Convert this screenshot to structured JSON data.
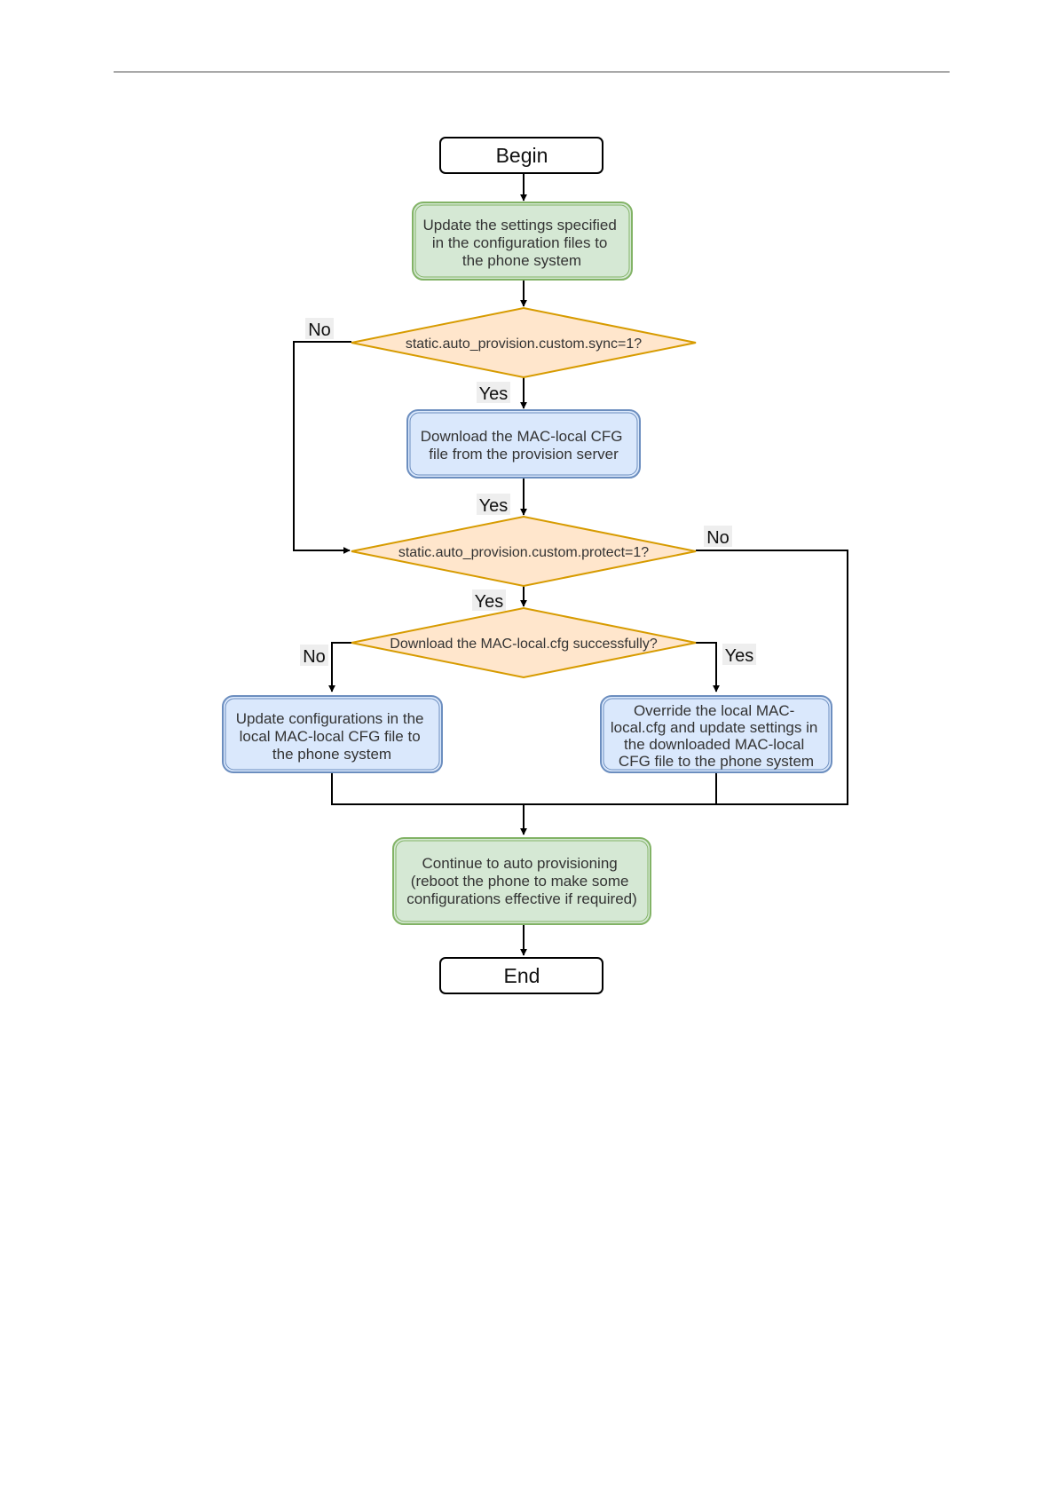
{
  "colors": {
    "green_fill": "#d5e8d4",
    "green_stroke": "#82b366",
    "blue_fill": "#dae8fc",
    "blue_stroke": "#6c8ebf",
    "orange_fill": "#ffe6cc",
    "orange_stroke": "#d79b00",
    "line": "#000000"
  },
  "nodes": {
    "begin": "Begin",
    "update_settings": [
      "Update the settings specified",
      "in the configuration files to",
      "the phone system"
    ],
    "decision_sync": "static.auto_provision.custom.sync=1?",
    "download_mac_local": [
      "Download the MAC-local CFG",
      "file from the provision server"
    ],
    "decision_protect": "static.auto_provision.custom.protect=1?",
    "decision_download_success": "Download the MAC-local.cfg successfully?",
    "update_local": [
      "Update configurations in the",
      "local MAC-local CFG file to",
      "the phone system"
    ],
    "override_local": [
      "Override the local MAC-",
      "local.cfg and update settings in",
      "the downloaded MAC-local",
      "CFG file to the phone system"
    ],
    "continue_provisioning": [
      "Continue to auto provisioning",
      "(reboot the phone to make some",
      "configurations effective if required)"
    ],
    "end": "End"
  },
  "edge_labels": {
    "sync_no": "No",
    "sync_yes": "Yes",
    "download_yes": "Yes",
    "protect_no": "No",
    "protect_yes": "Yes",
    "success_no": "No",
    "success_yes": "Yes"
  }
}
